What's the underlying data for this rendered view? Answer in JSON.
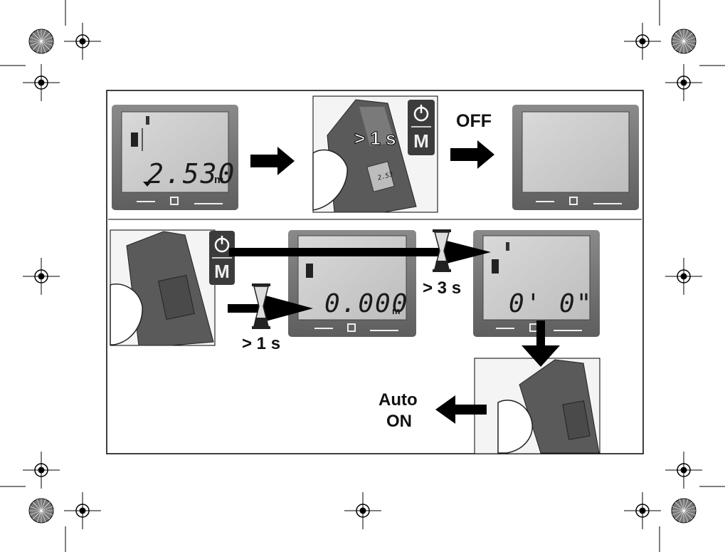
{
  "screen_top_left": {
    "reading": "2.530",
    "unit": "m"
  },
  "press_duration_off": "> 1 s",
  "button_mode_letter": "M",
  "off_label": "OFF",
  "screen_bottom_left": {
    "reading": "0.000",
    "unit": "m"
  },
  "press_duration_on": "> 1 s",
  "wait_duration": "> 3 s",
  "screen_bottom_right": {
    "reading": "0' 0\""
  },
  "auto_on_label": {
    "line1": "Auto",
    "line2": "ON"
  },
  "device_mini_reading": "2.53"
}
